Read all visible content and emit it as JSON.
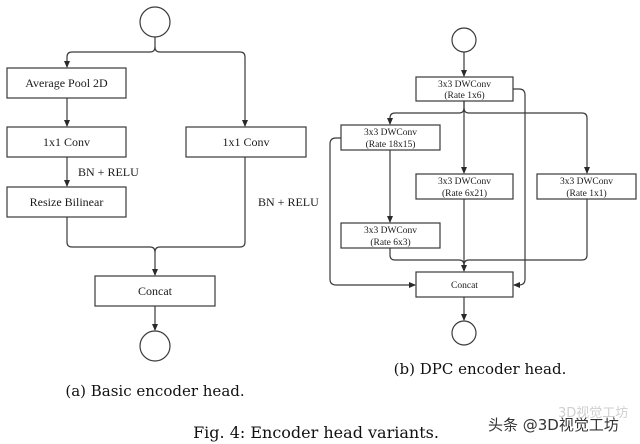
{
  "figure": {
    "caption": "Fig. 4: Encoder head variants.",
    "watermark": "头条 @3D视觉工坊",
    "watermark_faint": "3D视觉工坊"
  },
  "diagram_a": {
    "caption": "(a) Basic encoder head.",
    "nodes": {
      "avg_pool": "Average Pool 2D",
      "conv_left": "1x1 Conv",
      "resize": "Resize Bilinear",
      "conv_right": "1x1 Conv",
      "concat": "Concat"
    },
    "edge_labels": {
      "left": "BN + RELU",
      "right": "BN + RELU"
    }
  },
  "diagram_b": {
    "caption": "(b) DPC encoder head.",
    "nodes": {
      "rate_1x6": [
        "3x3 DWConv",
        "(Rate 1x6)"
      ],
      "rate_18x15": [
        "3x3 DWConv",
        "(Rate 18x15)"
      ],
      "rate_6x21": [
        "3x3 DWConv",
        "(Rate 6x21)"
      ],
      "rate_1x1": [
        "3x3 DWConv",
        "(Rate 1x1)"
      ],
      "rate_6x3": [
        "3x3 DWConv",
        "(Rate 6x3)"
      ],
      "concat": "Concat"
    }
  }
}
